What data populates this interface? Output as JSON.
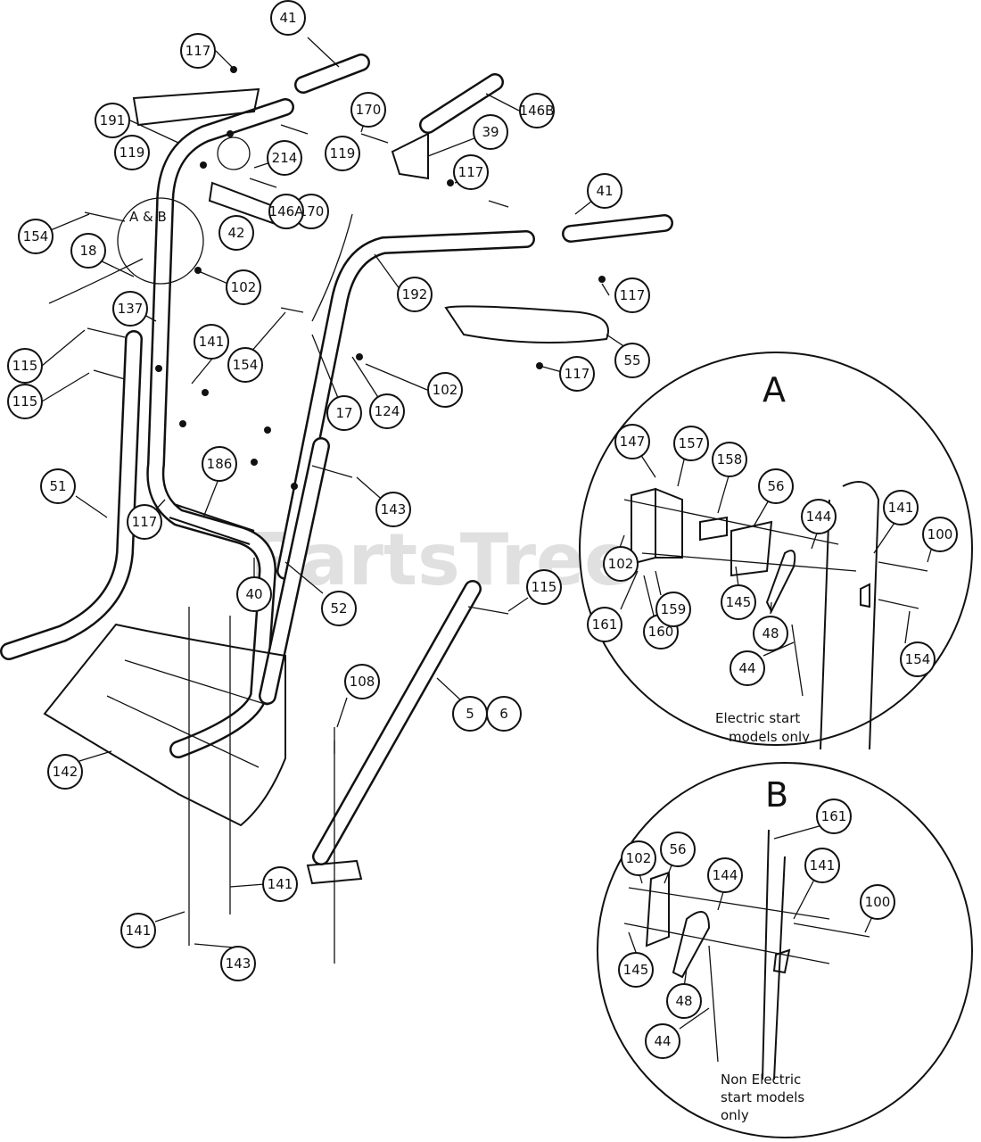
{
  "watermark": "PartsTree",
  "parts": [
    "41",
    "117",
    "146B",
    "170",
    "191",
    "39",
    "214",
    "119",
    "117",
    "41",
    "117",
    "119",
    "170",
    "42",
    "146A",
    "154",
    "18",
    "102",
    "192",
    "117",
    "55",
    "137",
    "154",
    "141",
    "17",
    "124",
    "102",
    "115",
    "115",
    "143",
    "186",
    "117",
    "51",
    "40",
    "52",
    "115",
    "108",
    "5",
    "6",
    "142",
    "141",
    "141",
    "143"
  ],
  "detail_a": {
    "title": "A",
    "parts": [
      "147",
      "157",
      "158",
      "56",
      "144",
      "141",
      "100",
      "102",
      "145",
      "48",
      "161",
      "160",
      "159",
      "154",
      "44"
    ],
    "note_line1": "Electric start",
    "note_line2": "models only"
  },
  "detail_b": {
    "title": "B",
    "parts": [
      "161",
      "102",
      "56",
      "144",
      "141",
      "100",
      "145",
      "48",
      "44"
    ],
    "note_line1": "Non  Electric",
    "note_line2": "start models",
    "note_line3": "only"
  },
  "callout_tag": "A & B"
}
